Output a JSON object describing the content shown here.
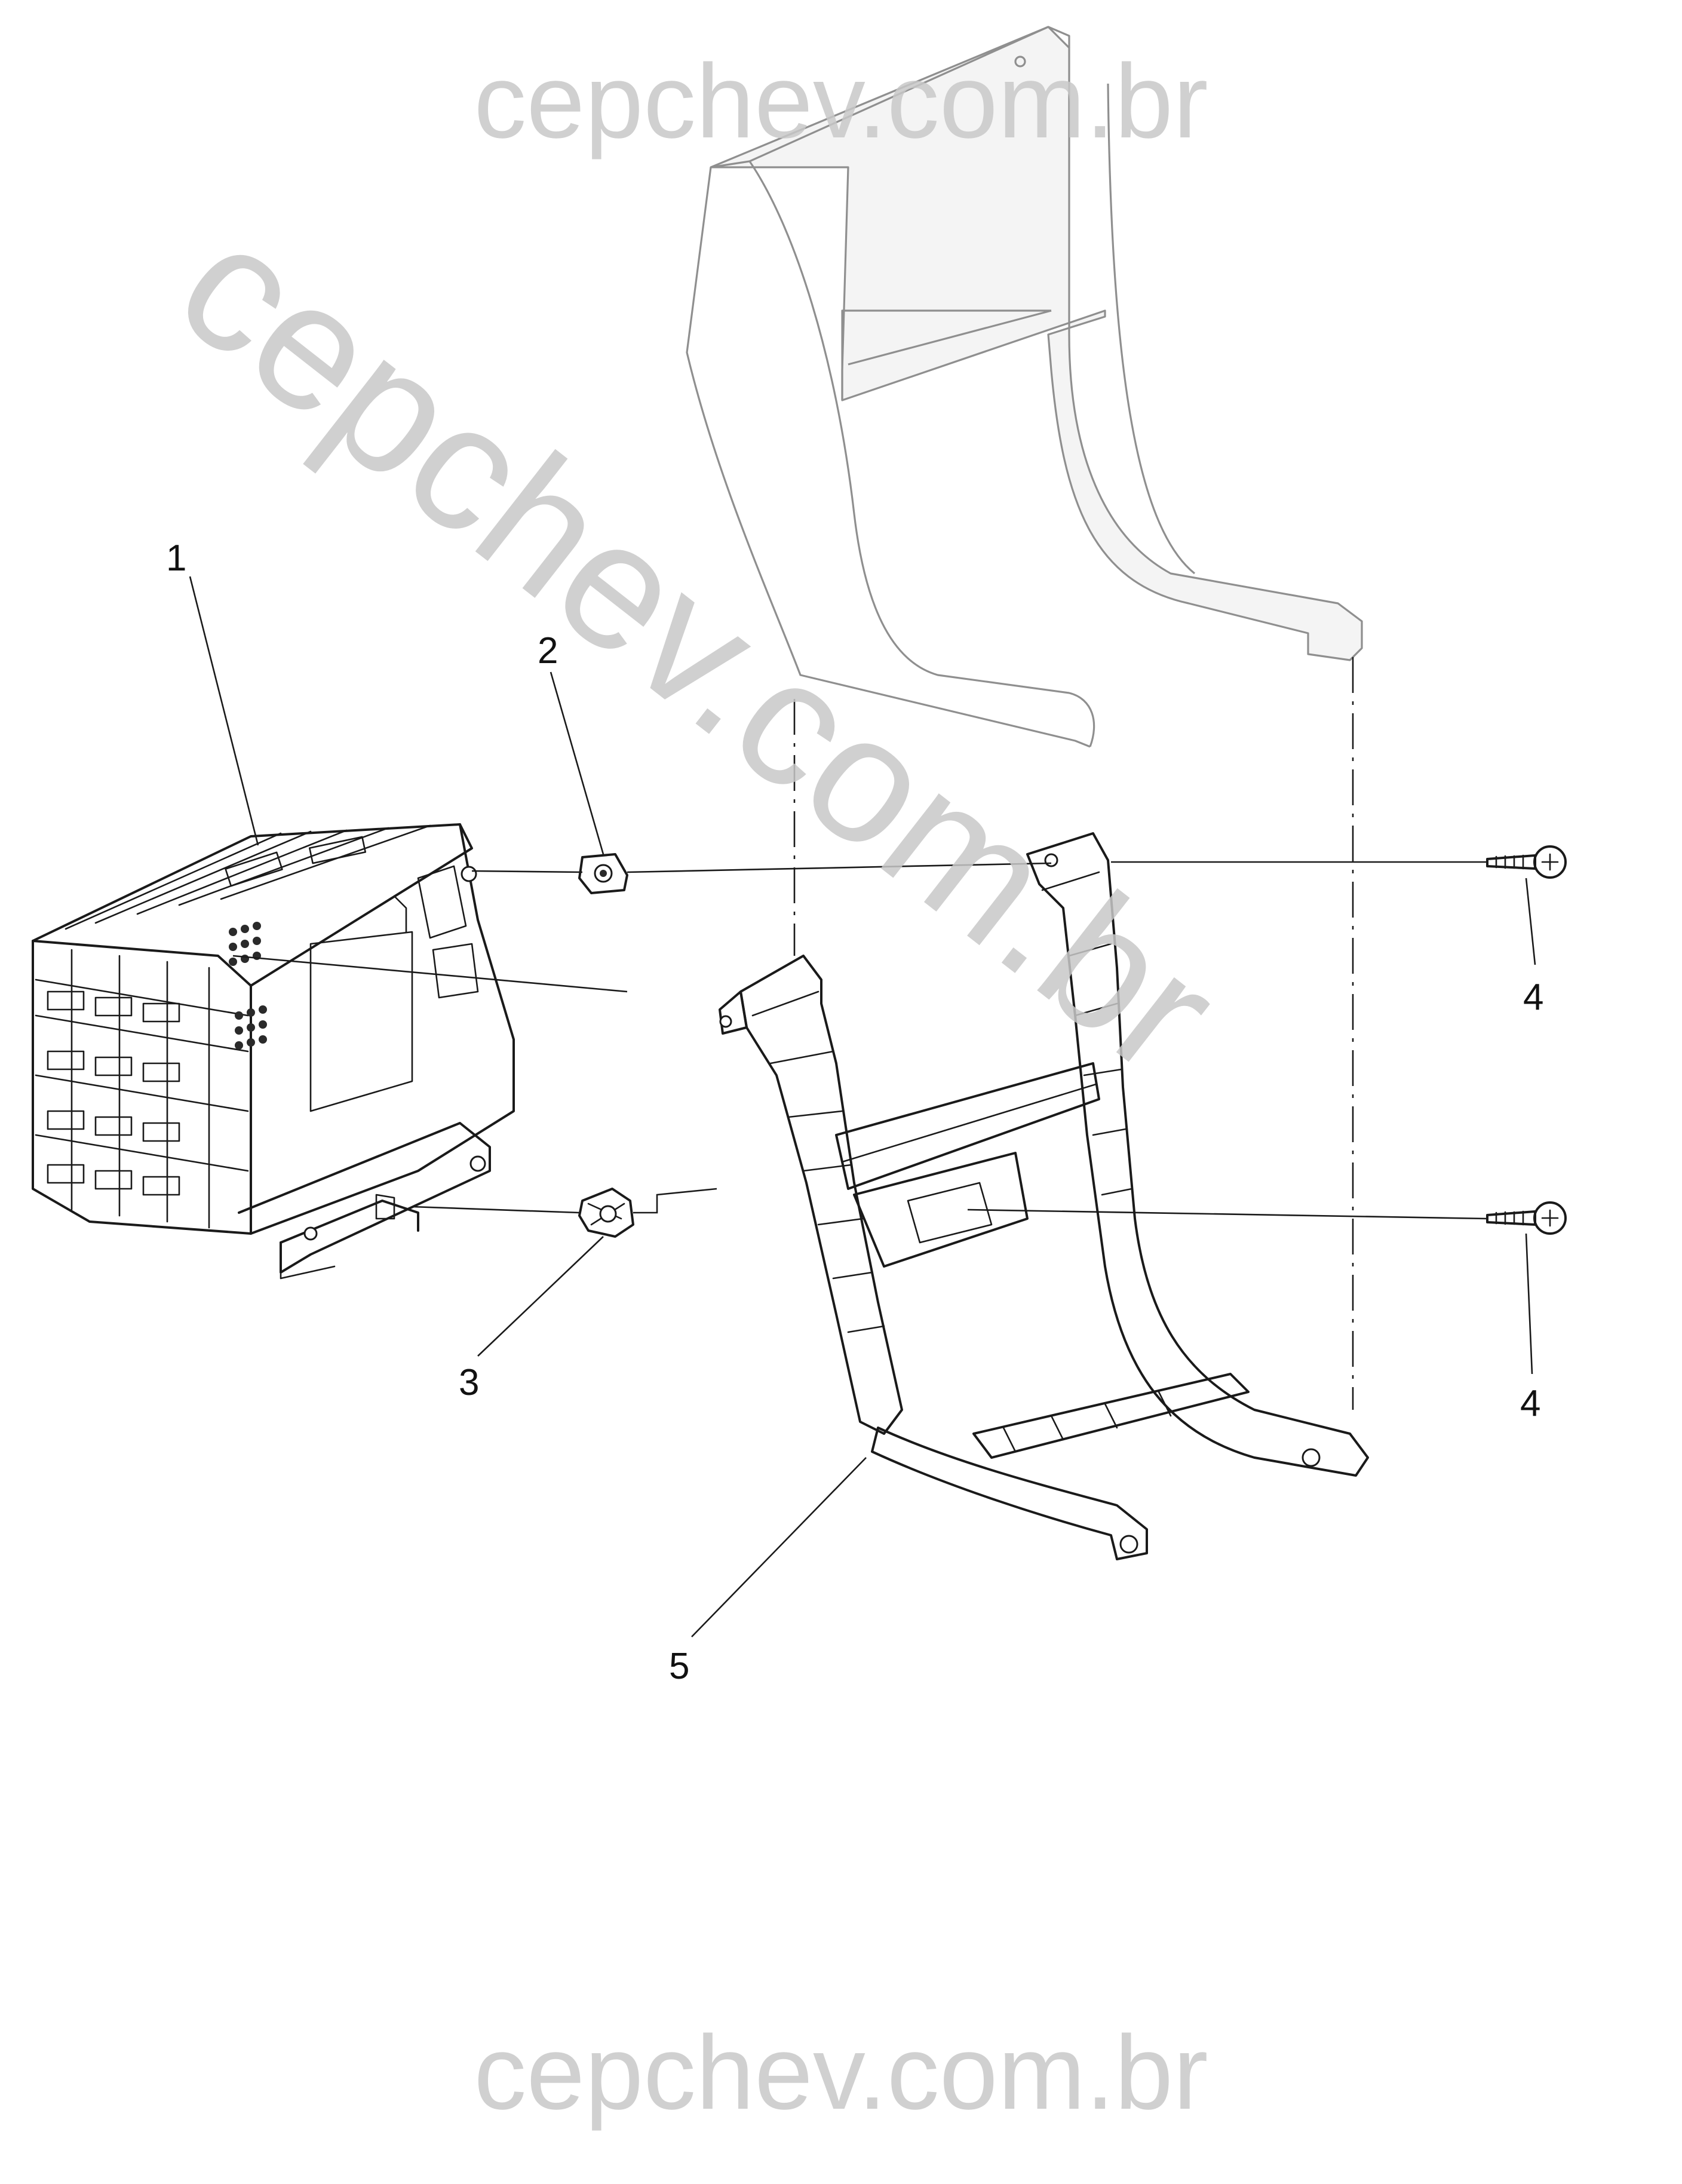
{
  "watermark": {
    "text": "cepchev.com.br",
    "color": "#c8c8c8"
  },
  "callouts": [
    {
      "id": "1",
      "label": "1"
    },
    {
      "id": "2",
      "label": "2"
    },
    {
      "id": "3",
      "label": "3"
    },
    {
      "id": "4a",
      "label": "4"
    },
    {
      "id": "4b",
      "label": "4"
    },
    {
      "id": "5",
      "label": "5"
    }
  ]
}
